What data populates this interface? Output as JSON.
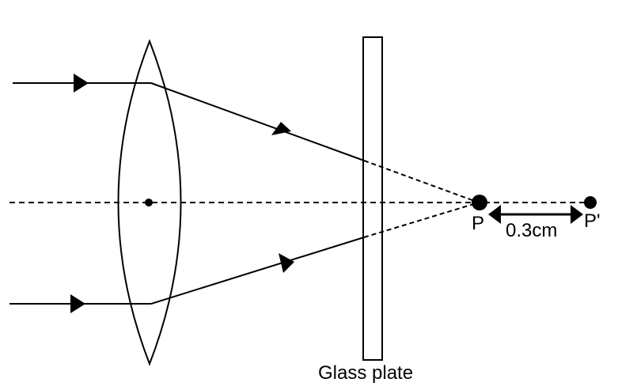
{
  "labels": {
    "glass_plate": "Glass plate",
    "point_p": "P",
    "point_p_prime": "P'",
    "distance": "0.3cm"
  },
  "colors": {
    "stroke": "#000000",
    "background": "#ffffff"
  }
}
